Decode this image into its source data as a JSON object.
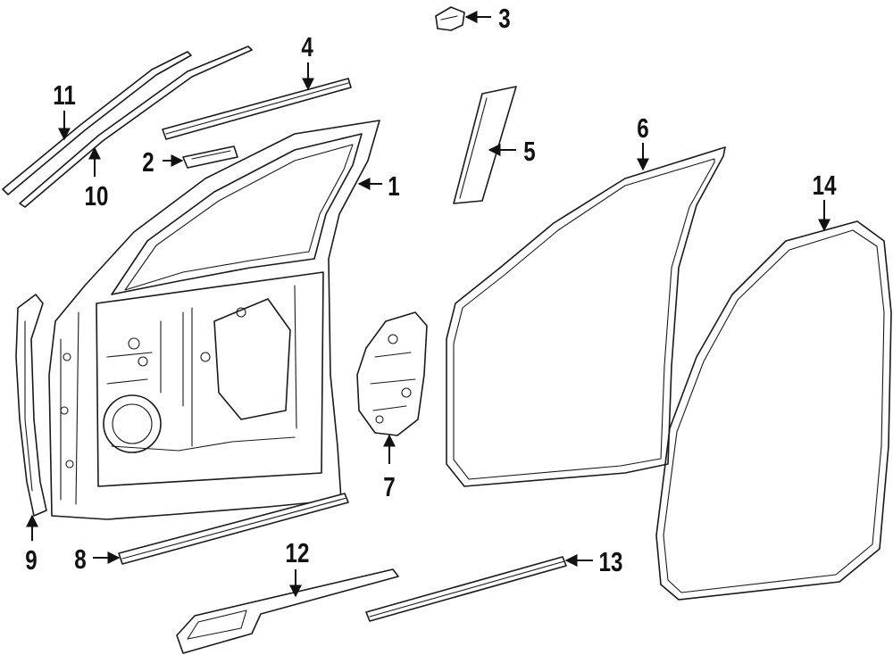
{
  "figure": {
    "type": "exploded-parts-diagram",
    "callouts": [
      "1",
      "2",
      "3",
      "4",
      "5",
      "6",
      "7",
      "8",
      "9",
      "10",
      "11",
      "12",
      "13",
      "14"
    ],
    "colors": {
      "line": "#1a1a1a",
      "background": "#ffffff"
    }
  }
}
